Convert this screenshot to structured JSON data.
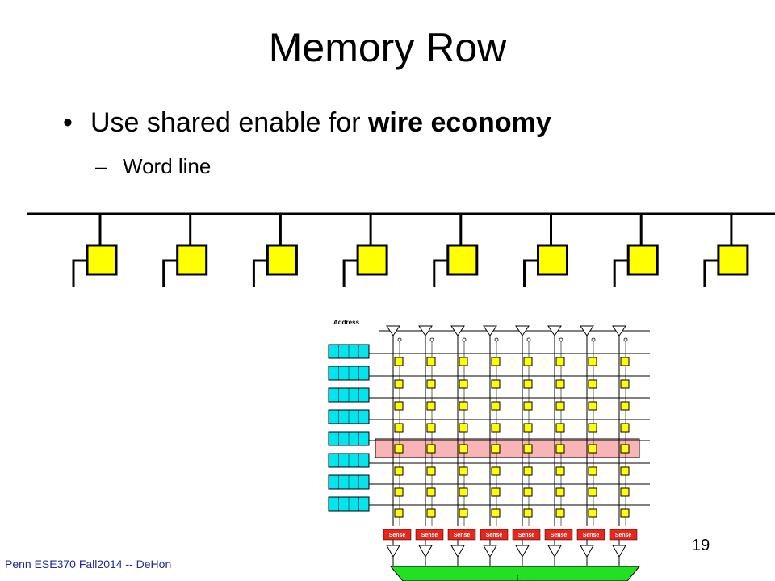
{
  "slide": {
    "title": "Memory Row",
    "bullets": [
      {
        "text_plain": "Use shared enable for ",
        "text_bold": "wire economy"
      },
      {
        "text": "Word line"
      }
    ],
    "footer": "Penn ESE370 Fall2014 -- DeHon",
    "page_number": "19"
  },
  "word_line_diagram": {
    "cell_count": 8,
    "cell_color": "#ffff00"
  },
  "memory_array": {
    "address_label": "Address",
    "columns": 8,
    "rows": 8,
    "selected_row": 5,
    "sense_label": "Sense",
    "cell_color": "#ffff00",
    "highlight_color": "#f7b5b5",
    "decoder_color": "#00e5ee",
    "sense_color": "#e8261c",
    "output_bar_color": "#22e022"
  }
}
